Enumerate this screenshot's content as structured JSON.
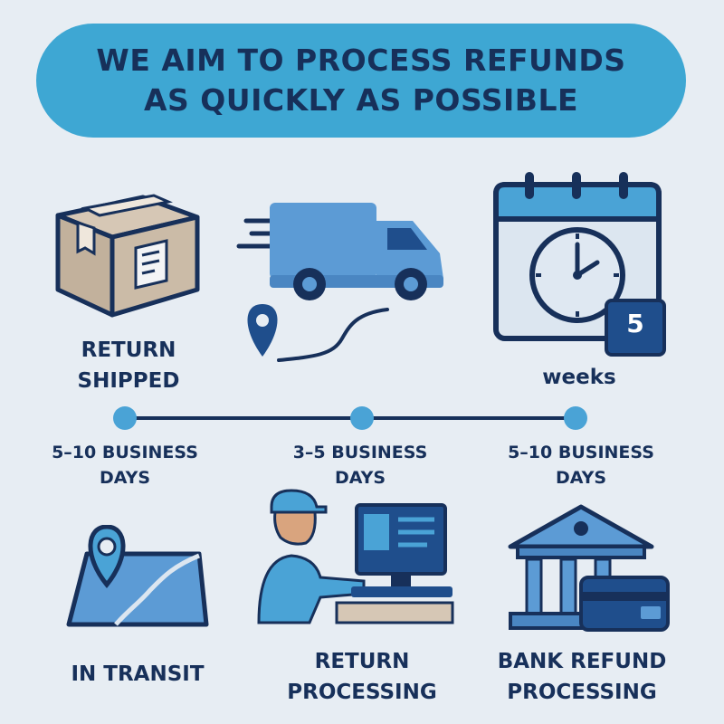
{
  "header": {
    "line1": "WE AIM TO PROCESS REFUNDS",
    "line2": "AS QUICKLY AS POSSIBLE"
  },
  "steps_top": [
    {
      "icon": "package-box-icon",
      "label_line1": "RETURN",
      "label_line2": "SHIPPED"
    },
    {
      "icon": "delivery-truck-icon",
      "label_line1": "",
      "label_line2": ""
    },
    {
      "icon": "calendar-clock-icon",
      "badge": "5",
      "label_line1": "weeks"
    }
  ],
  "timeline": {
    "durations": [
      {
        "line1": "5–10 BUSINESS",
        "line2": "DAYS"
      },
      {
        "line1": "3–5 BUSINESS",
        "line2": "DAYS"
      },
      {
        "line1": "5–10 BUSINESS",
        "line2": "DAYS"
      }
    ]
  },
  "steps_bottom": [
    {
      "icon": "map-pin-icon",
      "label_line1": "IN TRANSIT"
    },
    {
      "icon": "worker-computer-icon",
      "label_line1": "RETURN",
      "label_line2": "PROCESSING"
    },
    {
      "icon": "bank-card-icon",
      "label_line1": "BANK REFUND",
      "label_line2": "PROCESSING"
    }
  ],
  "colors": {
    "background": "#e7edf3",
    "banner": "#3ea7d3",
    "navy": "#17305a",
    "accent_blue": "#4aa3d6",
    "dark_blue": "#1f4e8c"
  }
}
